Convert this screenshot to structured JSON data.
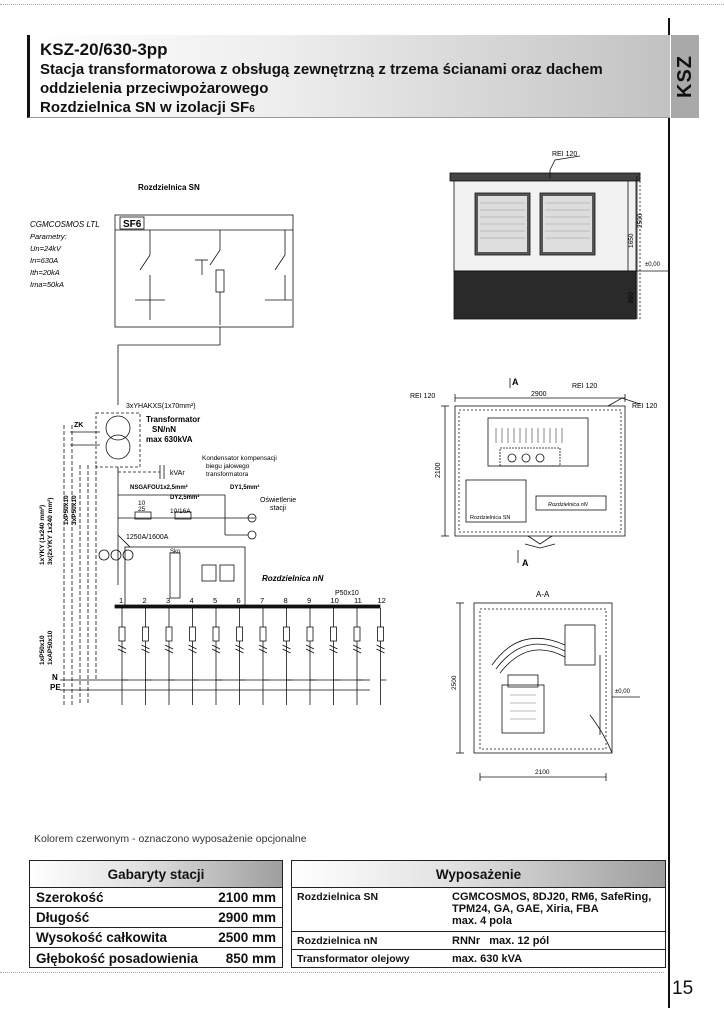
{
  "header": {
    "code": "KSZ-20/630-3pp",
    "line1": "Stacja transformatorowa z obsługą zewnętrzną z trzema ścianami oraz dachem",
    "line2": "oddzielenia przeciwpożarowego",
    "line3_main": "Rozdzielnica SN w izolacji SF",
    "line3_sub": "6",
    "tab": "KSZ"
  },
  "sn_diagram": {
    "title": "Rozdzielnica SN",
    "model": "CGMCOSMOS LTL",
    "params_label": "Parametry:",
    "param1": "Un=24kV",
    "param2": "In=630A",
    "param3": "Ith=20kA",
    "param4": "Ima=50kA",
    "sf6_label": "SF6",
    "cable": "3xYHAKXS(1x70mm²)",
    "transformer_l1": "Transformator",
    "transformer_l2": "SN/nN",
    "transformer_l3": "max 630kVA",
    "komp1": "Kondensator kompensacji",
    "komp2": "biegu jałowego",
    "komp3": "transformatora",
    "kvar": "kVAr",
    "zk": "ZK",
    "cable2": "NSGAFOU1x2,5mm²",
    "dy1": "DY1,5mm²",
    "dy2": "DY2,5mm²",
    "fuse1_top": "10",
    "fuse1_bot": "25",
    "fuse2": "10/16A",
    "light1": "Oświetlenie",
    "light2": "stacji",
    "main_sw": "1250A/1600A",
    "sko": "Sko",
    "nn_title": "Rozdzielnica nN",
    "p50": "P50x10",
    "vcable1": "1xYKY (1x240 mm²)",
    "vcable2": "3x(2xYKY 1x240 mm²)",
    "vcable3": "1xP50x10",
    "vcable4": "3xP50x10",
    "vcable5": "1xP50x10",
    "vcable6": "1xAP50x10",
    "n": "N",
    "pe": "PE",
    "outputs": [
      "1",
      "2",
      "3",
      "4",
      "5",
      "6",
      "7",
      "8",
      "9",
      "10",
      "11",
      "12"
    ]
  },
  "elevation": {
    "rei": "REI 120",
    "d1650": "1650",
    "d2500": "2500",
    "d850": "850",
    "d000": "±0,00"
  },
  "plan": {
    "section": "A",
    "rei_left": "REI 120",
    "rei_top": "REI 120",
    "rei_right": "REI 120",
    "d2900": "2900",
    "d2100": "2100",
    "box_sn": "Rozdzielnica SN",
    "box_nn": "Rozdzielnica nN"
  },
  "section": {
    "title": "A-A",
    "d2500": "2500",
    "d2100": "2100",
    "d000": "±0,00"
  },
  "legend_note": "Kolorem czerwonym - oznaczono wyposażenie opcjonalne",
  "dimensions_table": {
    "title": "Gabaryty stacji",
    "rows": [
      {
        "label": "Szerokość",
        "value": "2100 mm"
      },
      {
        "label": "Długość",
        "value": "2900 mm"
      },
      {
        "label": "Wysokość całkowita",
        "value": "2500 mm"
      },
      {
        "label": "Głębokość posadowienia",
        "value": "850 mm"
      }
    ]
  },
  "equipment_table": {
    "title": "Wyposażenie",
    "r1_label": "Rozdzielnica SN",
    "r1_value_l1": "CGMCOSMOS, 8DJ20, RM6, SafeRing,",
    "r1_value_l2": "TPM24, GA, GAE, Xiria, FBA",
    "r1_value_l3": "max. 4 pola",
    "r2_label": "Rozdzielnica nN",
    "r2_value": "RNNr   max. 12 pól",
    "r3_label": "Transformator olejowy",
    "r3_value": "max. 630 kVA"
  },
  "page_number": "15"
}
